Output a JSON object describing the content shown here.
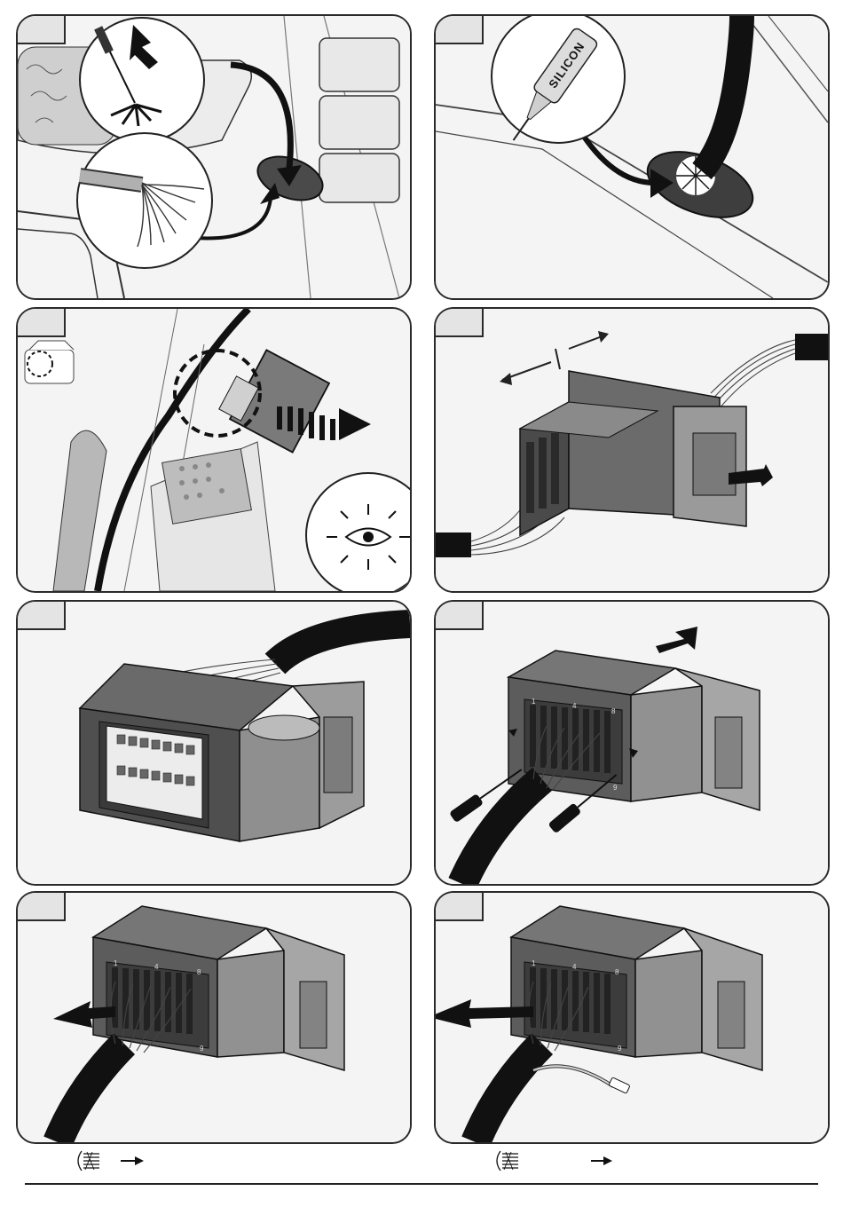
{
  "panels": {
    "p2": {
      "tube_label": "SILICON"
    },
    "p6": {
      "pins": [
        "1",
        "4",
        "8",
        "9"
      ]
    },
    "p7": {
      "pins": [
        "1",
        "4",
        "8",
        "9"
      ]
    },
    "p8": {
      "pins": [
        "1",
        "4",
        "8",
        "9"
      ]
    }
  },
  "colors": {
    "ink": "#1a1a1a",
    "panel_bg": "#f3f3f3",
    "connector": "#5a5a5a",
    "holder": "#8c8c8c"
  },
  "footer": {
    "legend": [
      {
        "icon": "fog-lamp-icon",
        "arrow": "arrow-right-icon"
      },
      {
        "icon": "fog-lamp-icon",
        "arrow": "arrow-right-icon"
      }
    ]
  }
}
